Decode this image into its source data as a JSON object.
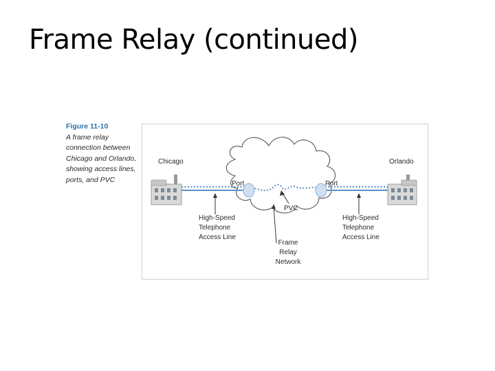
{
  "slide": {
    "title": "Frame Relay (continued)"
  },
  "figure": {
    "number": "Figure 11-10",
    "caption": "A frame relay connection between Chicago and Orlando, showing access lines, ports, and PVC"
  },
  "diagram": {
    "left_site": "Chicago",
    "right_site": "Orlando",
    "left_port": "Port",
    "right_port": "Port",
    "pvc": "PVC",
    "left_access_line": [
      "High-Speed",
      "Telephone",
      "Access Line"
    ],
    "right_access_line": [
      "High-Speed",
      "Telephone",
      "Access Line"
    ],
    "network": [
      "Frame",
      "Relay",
      "Network"
    ]
  },
  "colors": {
    "access_line": "#5b8fc7",
    "pvc_dots": "#5b8fc7",
    "cloud_outline": "#555555",
    "port_fill": "#cfe0f3",
    "figure_number": "#2d6fa6"
  }
}
